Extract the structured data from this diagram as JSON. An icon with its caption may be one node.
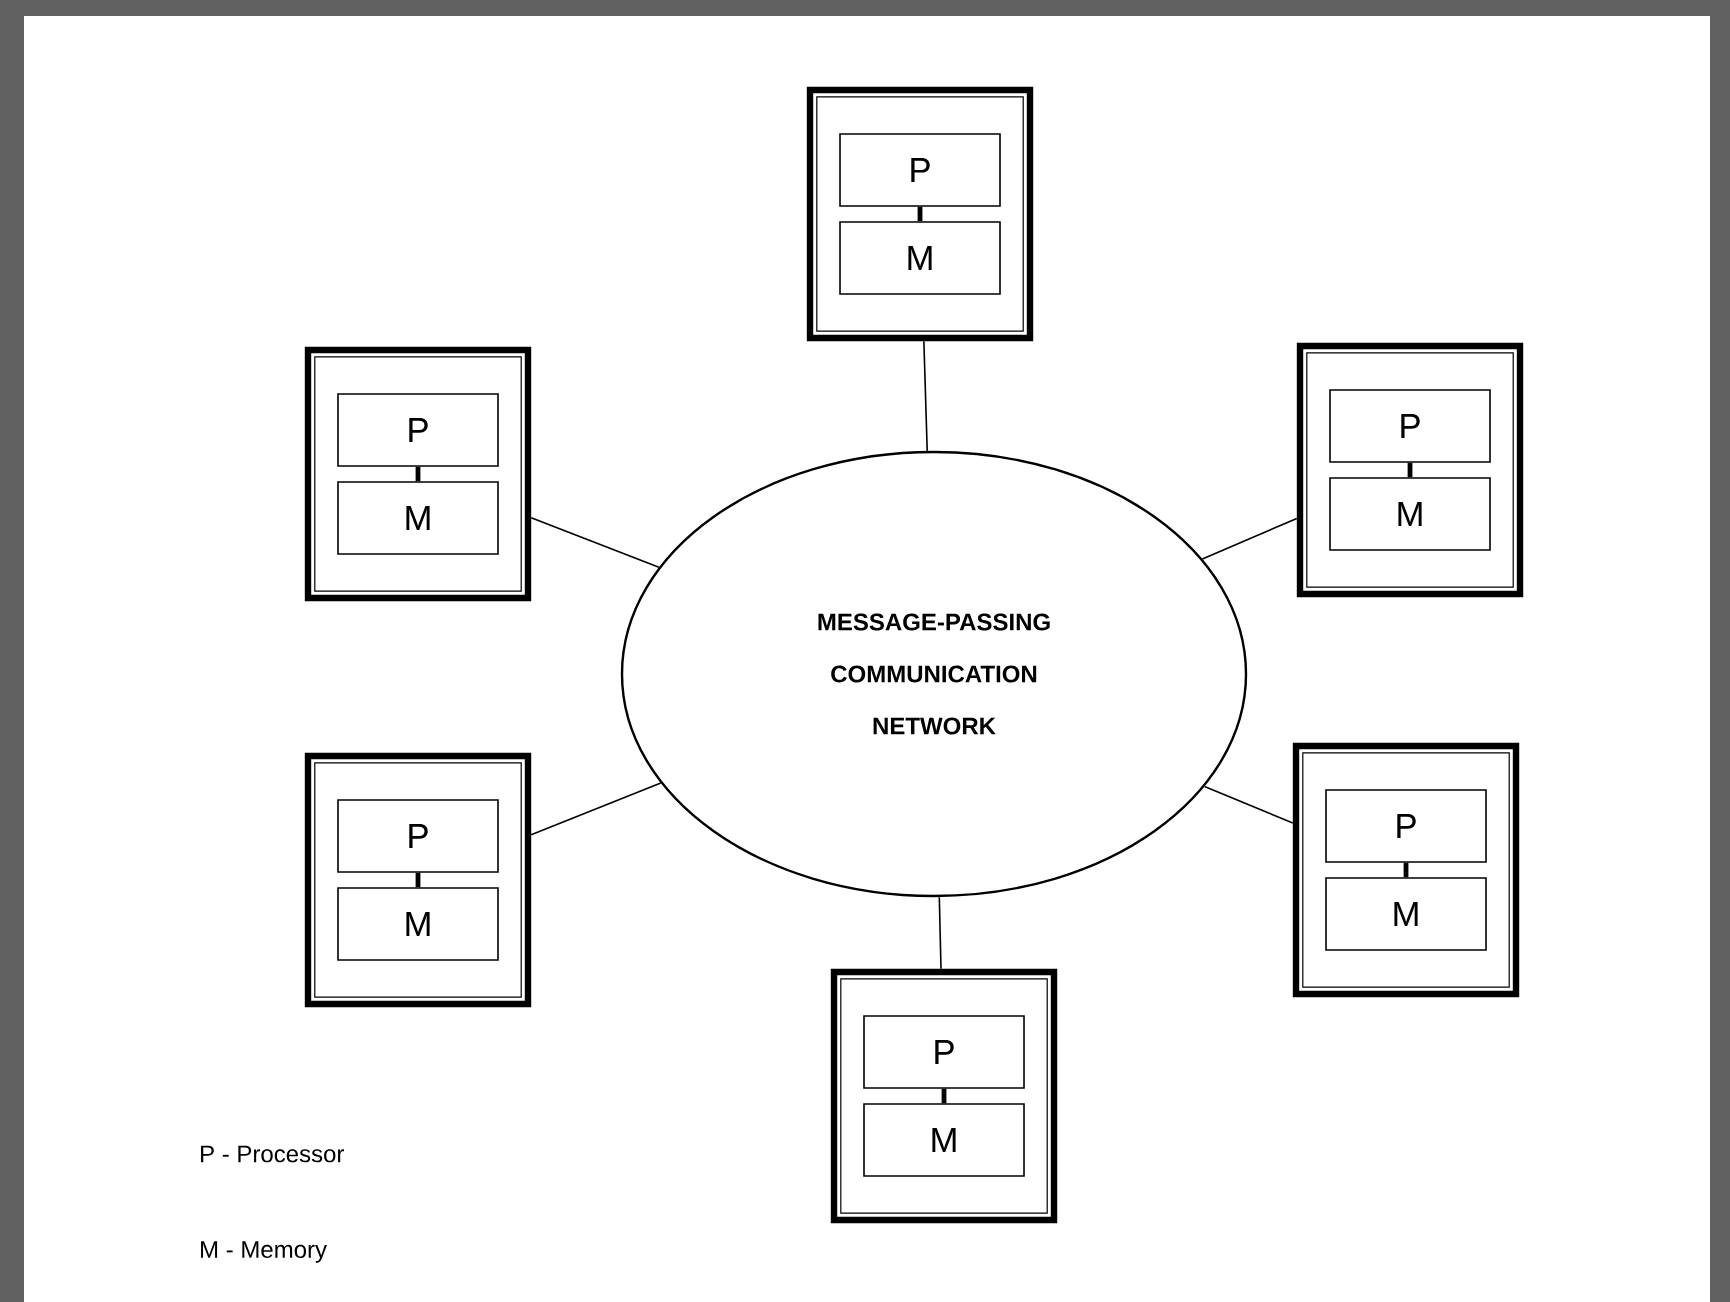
{
  "diagram": {
    "nodes": [
      {
        "text": [
          "MESSAGE-PASSING COMMUNICATION NETWORK"
        ]
      },
      {
        "text": [],
        "shape": "box"
      },
      {
        "text": [
          "P"
        ],
        "in": 1
      },
      {
        "text": [
          "M"
        ],
        "in": 1
      },
      {
        "text": [],
        "shape": "box"
      },
      {
        "text": [
          "P"
        ],
        "in": 4
      },
      {
        "text": [
          "M"
        ],
        "in": 4
      },
      {
        "text": [],
        "shape": "box"
      },
      {
        "text": [
          "P"
        ],
        "in": 7
      },
      {
        "text": [
          "M"
        ],
        "in": 7
      },
      {
        "text": [],
        "shape": "box"
      },
      {
        "text": [
          "P"
        ],
        "in": 10
      },
      {
        "text": [
          "M"
        ],
        "in": 10
      },
      {
        "text": [],
        "shape": "box"
      },
      {
        "text": [
          "P"
        ],
        "in": 13
      },
      {
        "text": [
          "M"
        ],
        "in": 13
      },
      {
        "text": [],
        "shape": "box"
      },
      {
        "text": [
          "P"
        ],
        "in": 16
      },
      {
        "text": [
          "M"
        ],
        "in": 16
      }
    ],
    "edges": [
      {
        "from": 0,
        "to": 1,
        "arrow": "none"
      },
      {
        "from": 2,
        "to": 3,
        "arrow": "none",
        "style": "thick"
      },
      {
        "from": 0,
        "to": 4,
        "arrow": "none"
      },
      {
        "from": 5,
        "to": 6,
        "arrow": "none",
        "style": "thick"
      },
      {
        "from": 0,
        "to": 7,
        "arrow": "none"
      },
      {
        "from": 8,
        "to": 9,
        "arrow": "none",
        "style": "thick"
      },
      {
        "from": 0,
        "to": 10,
        "arrow": "none"
      },
      {
        "from": 11,
        "to": 12,
        "arrow": "none",
        "style": "thick"
      },
      {
        "from": 0,
        "to": 13,
        "arrow": "none"
      },
      {
        "from": 14,
        "to": 15,
        "arrow": "none",
        "style": "thick"
      },
      {
        "from": 0,
        "to": 16,
        "arrow": "none"
      },
      {
        "from": 17,
        "to": 18,
        "arrow": "none",
        "style": "thick"
      }
    ],
    "labels": [
      "P - Processor",
      "M - Memory"
    ]
  }
}
